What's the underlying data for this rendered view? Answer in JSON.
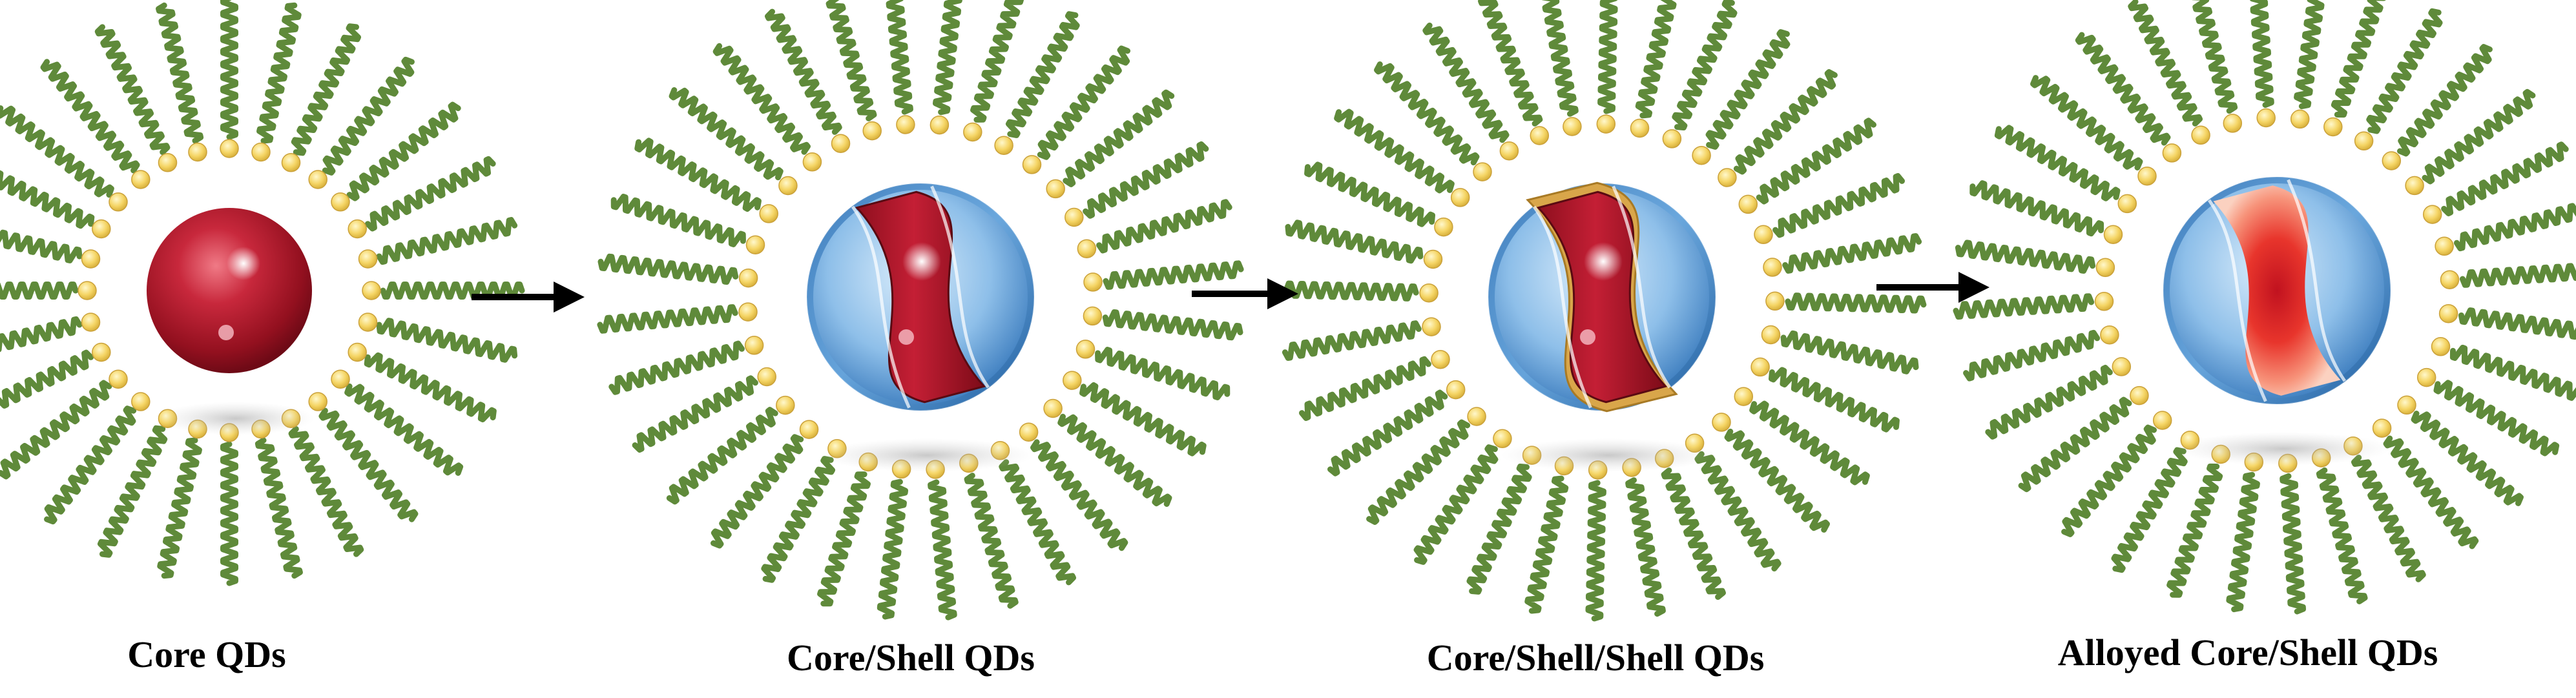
{
  "diagram": {
    "stages": [
      {
        "label": "Core QDs",
        "type": "core"
      },
      {
        "label": "Core/Shell QDs",
        "type": "core-shell"
      },
      {
        "label": "Core/Shell/Shell QDs",
        "type": "core-shell-shell"
      },
      {
        "label": "Alloyed Core/Shell QDs",
        "type": "alloyed"
      }
    ],
    "arrow_count": 3
  },
  "colors": {
    "ligand": "#5f8a3a",
    "ligand_head": "#f5d565",
    "core": "#b5182e",
    "shell": "#5c9dd6",
    "inner_shell": "#d9a64a",
    "arrow": "#000000"
  }
}
